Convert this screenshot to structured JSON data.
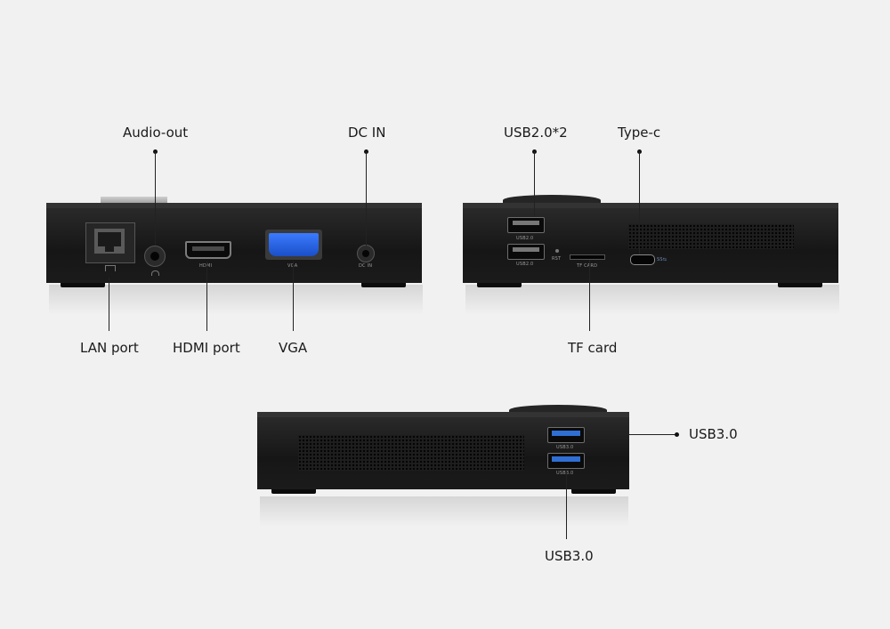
{
  "labels": {
    "audio_out": "Audio-out",
    "dc_in": "DC IN",
    "usb2x2": "USB2.0*2",
    "type_c": "Type-c",
    "lan_port": "LAN port",
    "hdmi_port": "HDMI port",
    "vga": "VGA",
    "tf_card": "TF card",
    "usb3_right": "USB3.0",
    "usb3_bottom": "USB3.0"
  },
  "port_text": {
    "hdmi": "HDMI",
    "vga": "VGA",
    "dc_in": "DC IN",
    "usb_2_top": "USB2.0",
    "usb_2_bottom": "USB2.0",
    "rst": "RST",
    "tf_card": "TF CARD",
    "ss": "SS⇆",
    "usb_3_top": "USB3.0",
    "usb_3_bottom": "USB3.0"
  },
  "colors": {
    "background": "#f1f1f1",
    "device": "#1a1a1a",
    "vga_blue": "#1f5bd6",
    "usb3_blue": "#2f6fd3"
  },
  "icons": [
    "ethernet-icon",
    "headphone-icon",
    "lan-icon"
  ]
}
